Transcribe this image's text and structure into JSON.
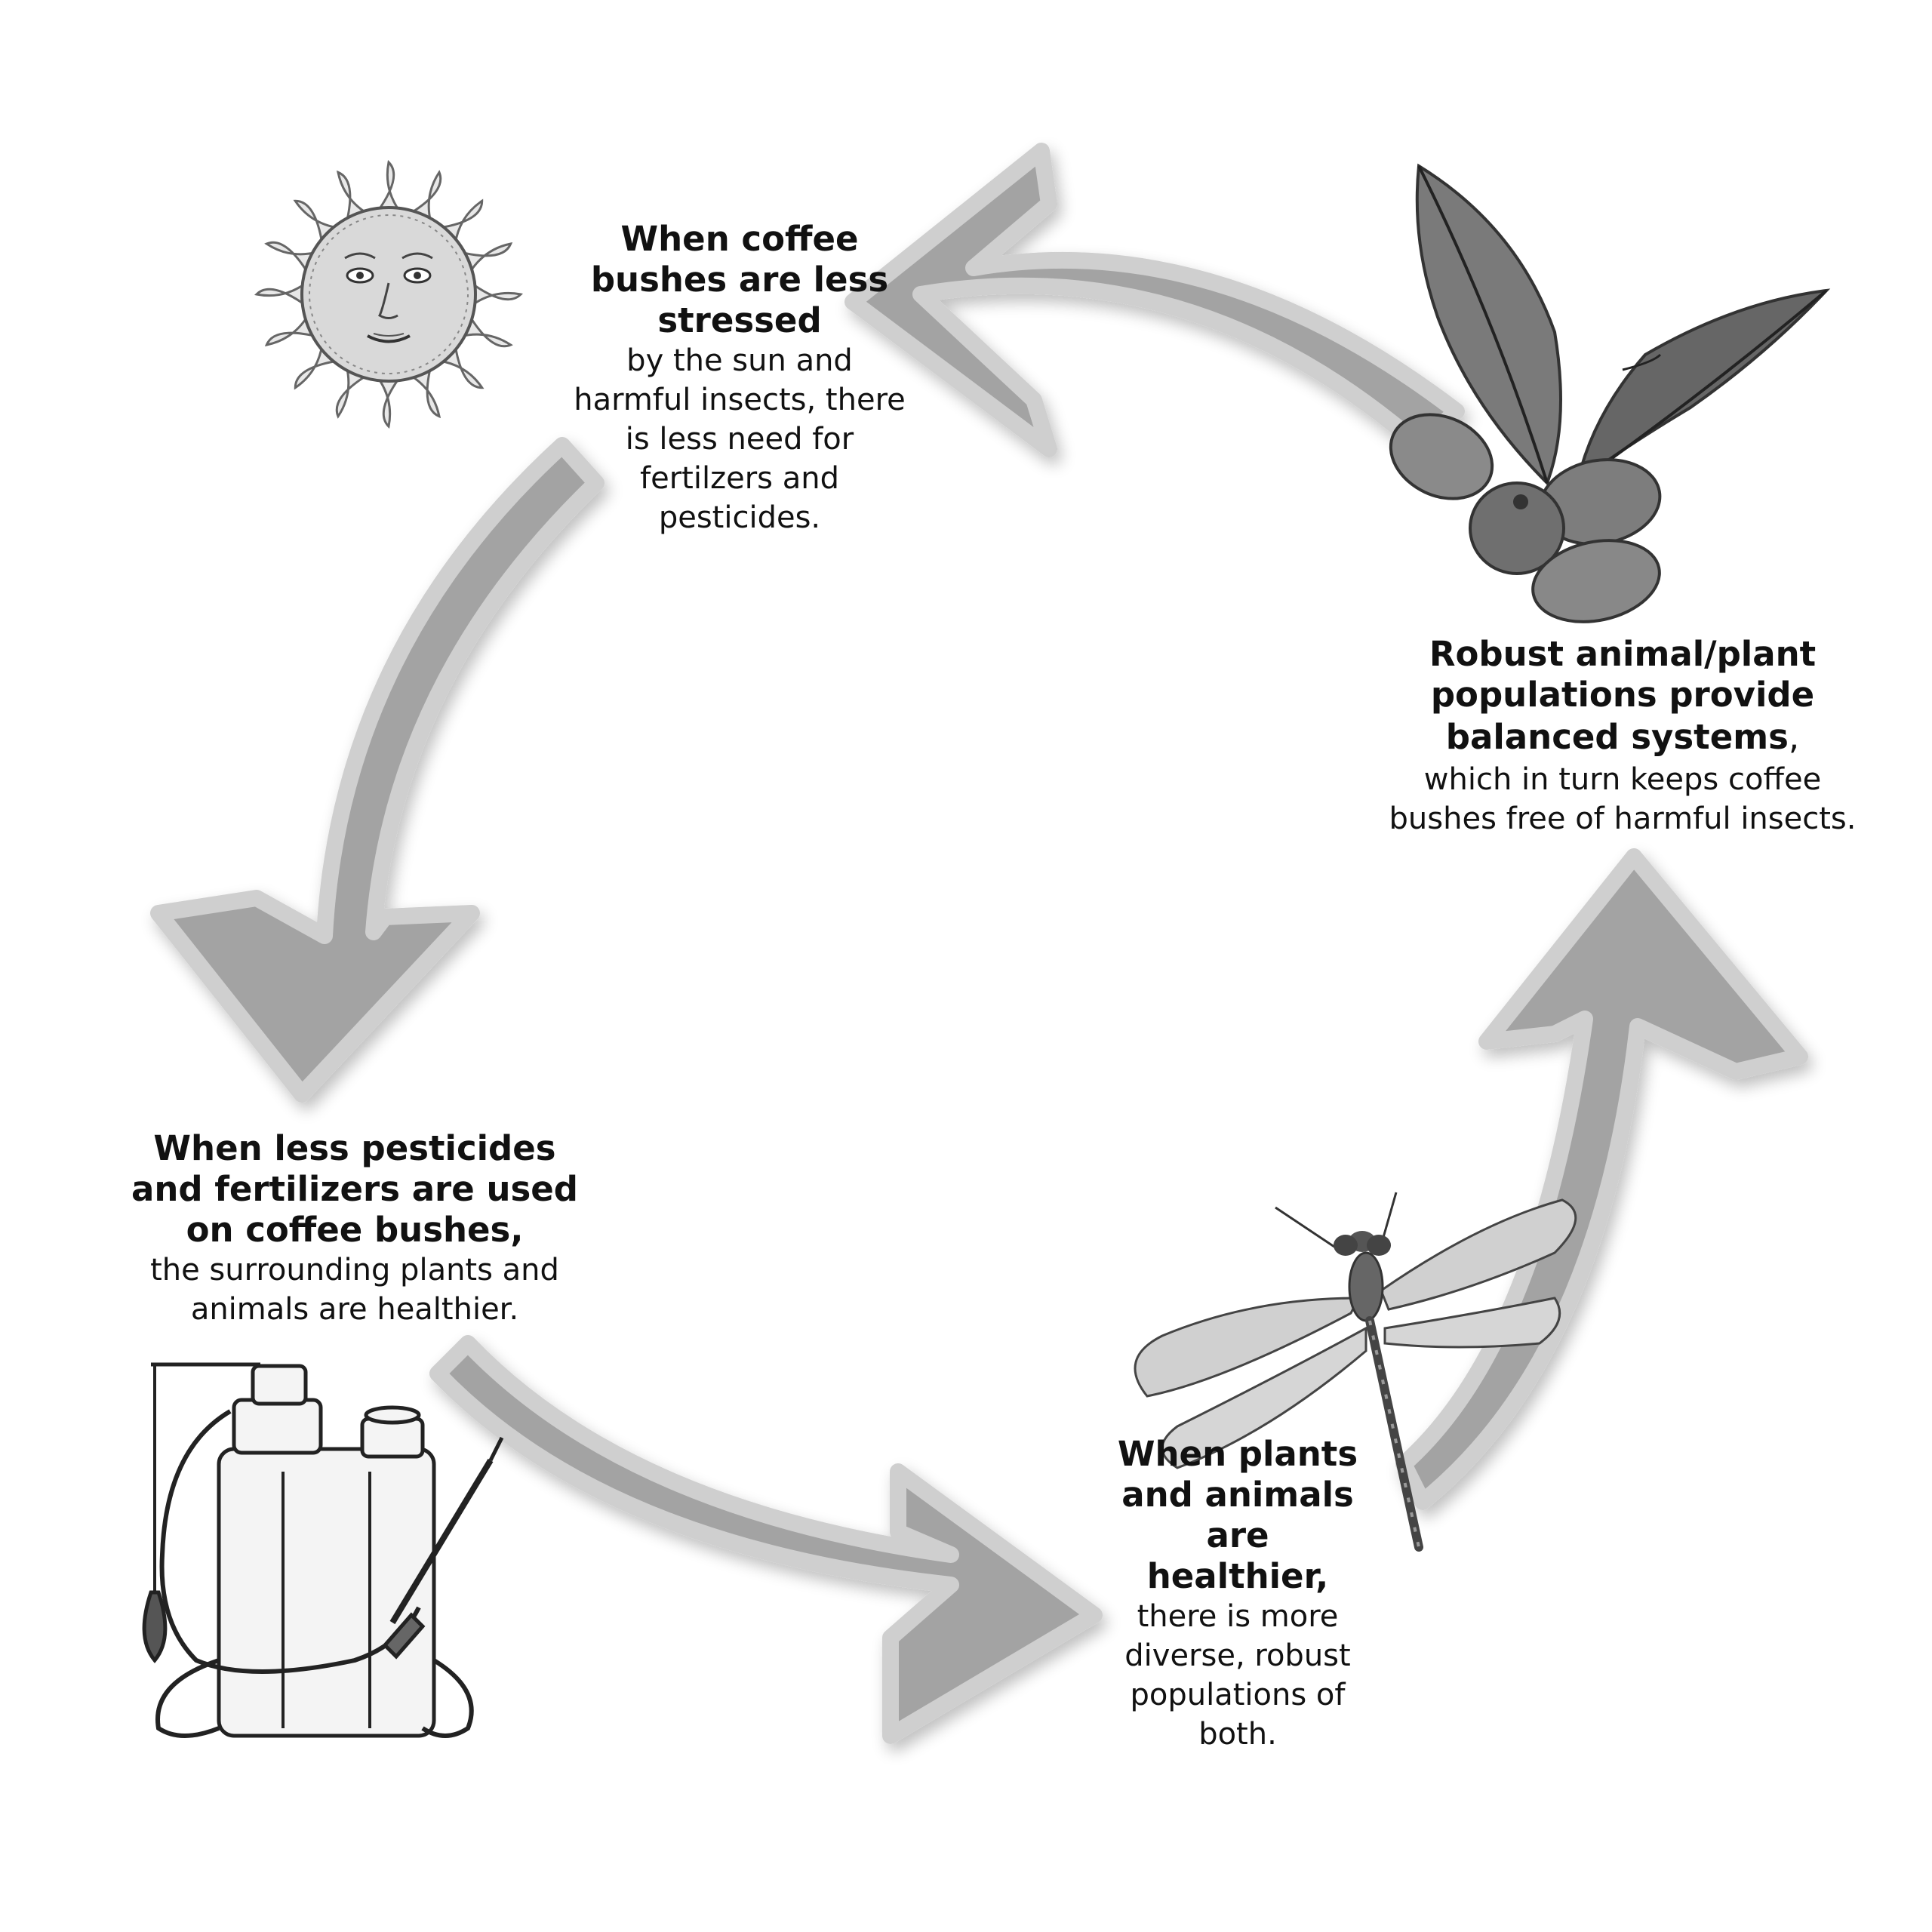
{
  "captions": {
    "top": {
      "bold": "When coffee bushes are less stressed",
      "text": "by the sun and harmful insects, there is less need for fertilzers and pesticides."
    },
    "right": {
      "bold": "Robust animal/plant populations provide balanced systems",
      "comma": ",",
      "text": "which in turn keeps coffee bushes free of harmful insects."
    },
    "left": {
      "bold": "When less pesticides and fertilizers are used on coffee bushes,",
      "text": "the surrounding plants and animals are healthier."
    },
    "bottom": {
      "bold": "When plants and animals are healthier,",
      "text": "there is more diverse, robust populations of both."
    }
  },
  "icons": [
    "sun-icon",
    "coffee-plant-icon",
    "dragonfly-icon",
    "sprayer-icon"
  ],
  "colors": {
    "arrow_fill": "#a3a3a3",
    "arrow_edge": "#c9c9c9",
    "text": "#111111"
  }
}
